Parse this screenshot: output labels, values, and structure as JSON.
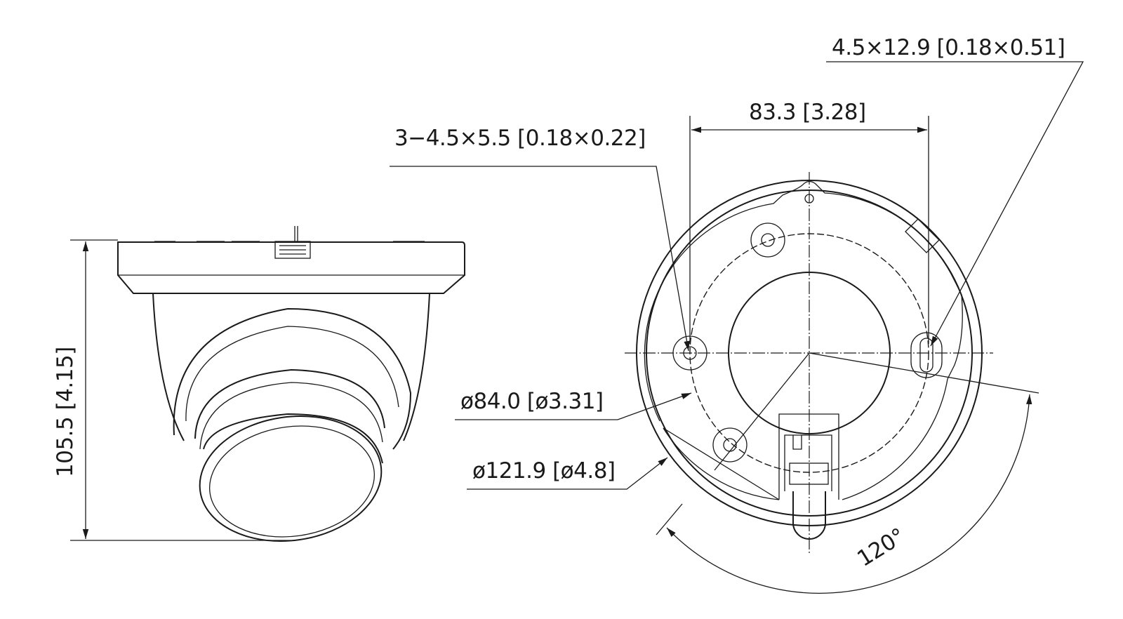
{
  "dimensions": {
    "slot_size": "4.5×12.9 [0.18×0.51]",
    "hole_spacing": "83.3 [3.28]",
    "mount_holes": "3−4.5×5.5 [0.18×0.22]",
    "hole_circle_diameter": "ø84.0 [ø3.31]",
    "base_diameter": "ø121.9 [ø4.8]",
    "height": "105.5 [4.15]",
    "angle": "120°"
  },
  "colors": {
    "line": "#1a1a1a",
    "background": "#ffffff"
  }
}
